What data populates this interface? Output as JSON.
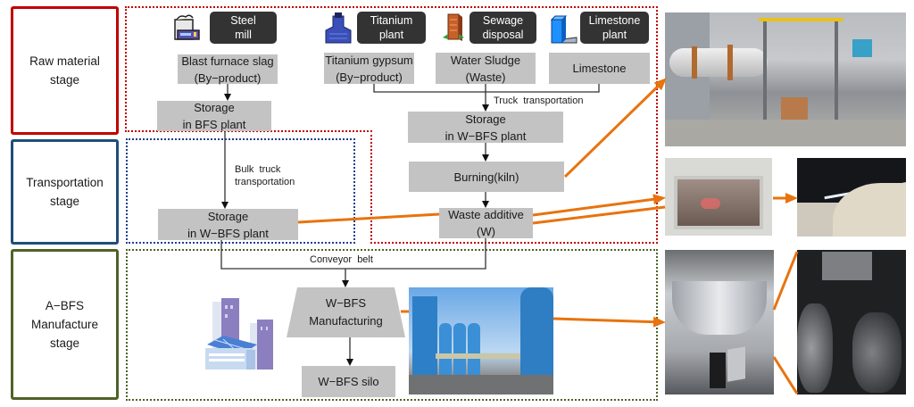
{
  "stages": {
    "raw": {
      "line1": "Raw material",
      "line2": "stage",
      "color": "#c00000"
    },
    "transport": {
      "line1": "Transportation",
      "line2": "stage",
      "color": "#1f4e79"
    },
    "manufacture": {
      "line1": "A−BFS",
      "line2": "Manufacture",
      "line3": "stage",
      "color": "#4f6228"
    }
  },
  "sources": {
    "steel": {
      "line1": "Steel",
      "line2": "mill",
      "icon": "steel-mill-icon"
    },
    "titanium": {
      "line1": "Titanium",
      "line2": "plant",
      "icon": "titanium-plant-icon"
    },
    "sewage": {
      "line1": "Sewage",
      "line2": "disposal",
      "icon": "sewage-disposal-icon"
    },
    "limestone": {
      "line1": "Limestone",
      "line2": "plant",
      "icon": "limestone-plant-icon"
    }
  },
  "materials": {
    "bfs": {
      "line1": "Blast furnace slag",
      "line2": "(By−product)"
    },
    "ti_gypsum": {
      "line1": "Titanium gypsum",
      "line2": "(By−product)"
    },
    "sludge": {
      "line1": "Water Sludge",
      "line2": "(Waste)"
    },
    "limestone": {
      "line1": "Limestone"
    }
  },
  "process": {
    "storage_bfs": {
      "line1": "Storage",
      "line2": "in BFS plant"
    },
    "storage_wbfs_top": {
      "line1": "Storage",
      "line2": "in W−BFS plant"
    },
    "burning": {
      "line1": "Burning(kiln)"
    },
    "waste_additive": {
      "line1": "Waste additive",
      "line2": "(W)"
    },
    "storage_wbfs_left": {
      "line1": "Storage",
      "line2": "in W−BFS plant"
    },
    "manufacturing": {
      "line1": "W−BFS",
      "line2": "Manufacturing"
    },
    "silo": {
      "line1": "W−BFS silo"
    }
  },
  "labels": {
    "truck": "Truck  transportation",
    "bulk_line1": "Bulk  truck",
    "bulk_line2": "transportation",
    "conveyor": "Conveyor  belt"
  },
  "photos": {
    "kiln": "rotary-kiln-photo",
    "waste_bin": "waste-additive-bin-photo",
    "stockpile": "stockpile-photo",
    "plant": "w-bfs-plant-silos-photo",
    "mill": "vertical-mill-photo",
    "rollers": "mill-rollers-photo"
  },
  "colors": {
    "arrow_accent": "#e8730f",
    "box_gray": "#c3c3c3",
    "label_dark": "#333333"
  }
}
